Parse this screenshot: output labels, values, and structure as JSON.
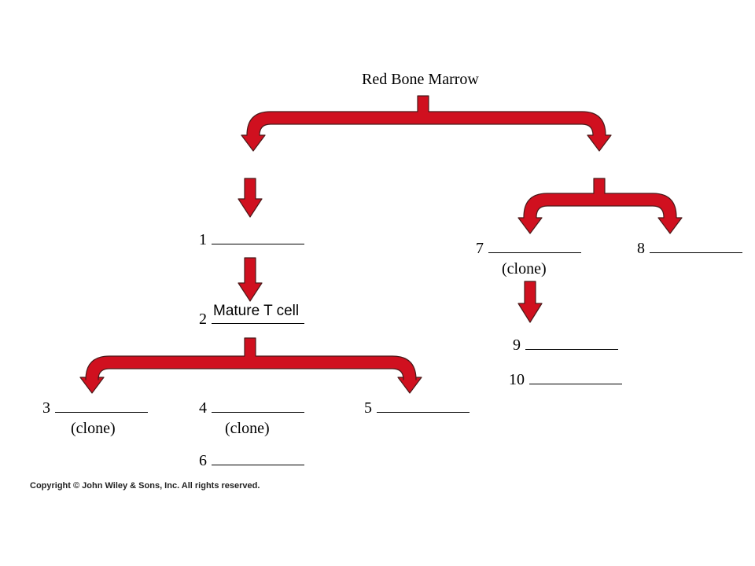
{
  "diagram": {
    "title": "Red Bone Marrow",
    "arrow_color": "#d0101f",
    "arrow_outline": "#4a1a1a",
    "nodes": [
      {
        "number": "1",
        "sub": ""
      },
      {
        "number": "2",
        "sub": ""
      },
      {
        "number": "3",
        "sub": "(clone)"
      },
      {
        "number": "4",
        "sub": "(clone)"
      },
      {
        "number": "5",
        "sub": ""
      },
      {
        "number": "6",
        "sub": ""
      },
      {
        "number": "7",
        "sub": "(clone)"
      },
      {
        "number": "8",
        "sub": ""
      },
      {
        "number": "9",
        "sub": ""
      },
      {
        "number": "10",
        "sub": ""
      }
    ],
    "filled_answer": "Mature T cell",
    "copyright": "Copyright © John Wiley & Sons, Inc. All rights reserved."
  }
}
